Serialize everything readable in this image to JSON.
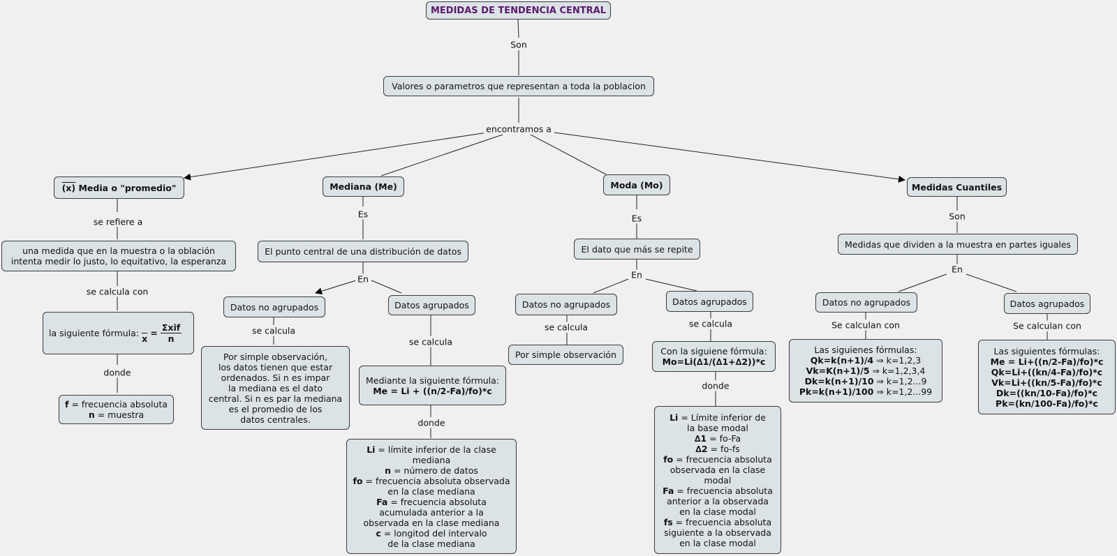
{
  "title": "MEDIDAS DE TENDENCIA CENTRAL",
  "root_link": "Son",
  "definition": "Valores o parametros que representan a toda la poblacion",
  "branch_link": "encontramos a",
  "media": {
    "symbol": "(x)",
    "title": "Media o \"promedio\"",
    "link1": "se refiere a",
    "desc": [
      "una medida que en la muestra o la oblación",
      "intenta medir lo justo, lo equitativo, la esperanza"
    ],
    "link2": "se calcula con",
    "formula_intro": "la siguiente fórmula:",
    "formula_lhs": "x",
    "formula_eq": "=",
    "formula_num": "Σxif",
    "formula_den": "n",
    "link3": "donde",
    "vars": [
      {
        "name": "f",
        "desc": " = frecuencia absoluta"
      },
      {
        "name": "n",
        "desc": " = muestra"
      }
    ]
  },
  "mediana": {
    "title": "Mediana (Me)",
    "link1": "Es",
    "desc": "El punto central de una distribución de datos",
    "link2": "En",
    "no_agrupados": "Datos no agrupados",
    "agrupados": "Datos agrupados",
    "link_na": "se calcula",
    "link_a": "se calcula",
    "obs": [
      "Por simple observación,",
      "los datos tienen que estar",
      "ordenados. Si n es impar",
      "la mediana es el dato",
      "central. Si n es par la mediana",
      "es el promedio de los",
      "datos centrales."
    ],
    "formula_intro": "Mediante la siguiente fórmula:",
    "formula": "Me = Li + ((n/2-Fa)/fo)*c",
    "link3": "donde",
    "vars": [
      {
        "name": "Li",
        "desc": " = límite inferior de la clase"
      },
      {
        "name": "",
        "desc": "mediana"
      },
      {
        "name": "n",
        "desc": " = número de datos"
      },
      {
        "name": "fo",
        "desc": " = frecuencia absoluta observada"
      },
      {
        "name": "",
        "desc": "en la clase mediana"
      },
      {
        "name": "Fa",
        "desc": " = frecuencia absoluta"
      },
      {
        "name": "",
        "desc": "acumulada anterior a la"
      },
      {
        "name": "",
        "desc": "observada en la clase mediana"
      },
      {
        "name": "c",
        "desc": " = longitod del intervalo"
      },
      {
        "name": "",
        "desc": "de la clase mediana"
      }
    ]
  },
  "moda": {
    "title": "Moda (Mo)",
    "link1": "Es",
    "desc": "El dato que más se repite",
    "link2": "En",
    "no_agrupados": "Datos no agrupados",
    "agrupados": "Datos agrupados",
    "link_na": "se calcula",
    "link_a": "se calcula",
    "obs": "Por simple observación",
    "formula_intro": "Con la siguiene fórmula:",
    "formula": "Mo=Li(∆1/(∆1+∆2))*c",
    "link3": "donde",
    "vars": [
      {
        "name": "Li",
        "desc": " = Límite inferior de"
      },
      {
        "name": "",
        "desc": "la base modal"
      },
      {
        "name": "∆1",
        "desc": " = fo-Fa"
      },
      {
        "name": "∆2",
        "desc": " = fo-fs"
      },
      {
        "name": "fo",
        "desc": " = frecuencia absoluta"
      },
      {
        "name": "",
        "desc": "observada en la clase"
      },
      {
        "name": "",
        "desc": "modal"
      },
      {
        "name": "Fa",
        "desc": " = frecuencia absoluta"
      },
      {
        "name": "",
        "desc": "anterior a la observada"
      },
      {
        "name": "",
        "desc": "en la clase modal"
      },
      {
        "name": "fs",
        "desc": " = frecuencia absoluta"
      },
      {
        "name": "",
        "desc": "siguiente a la observada"
      },
      {
        "name": "",
        "desc": "en la clase modal"
      }
    ]
  },
  "cuantiles": {
    "title": "Medidas Cuantiles",
    "link1": "Son",
    "desc": "Medidas que dividen a la muestra en partes iguales",
    "link2": "En",
    "no_agrupados": "Datos no agrupados",
    "agrupados": "Datos agrupados",
    "link_na": "Se calculan con",
    "link_a": "Se calculan con",
    "na_intro": "Las siguienes fórmulas:",
    "na_formulas": [
      {
        "f": "Qk=k(n+1)/4",
        "r": " ⇒ k=1,2,3"
      },
      {
        "f": "Vk=K(n+1)/5",
        "r": " ⇒ k=1,2,3,4"
      },
      {
        "f": "Dk=k(n+1)/10",
        "r": " ⇒ k=1,2...9"
      },
      {
        "f": "Pk=k(n+1)/100",
        "r": " ⇒ k=1,2...99"
      }
    ],
    "a_intro": "Las siguientes fórmulas:",
    "a_formulas": [
      "Me = Li+((n/2-Fa)/fo)*c",
      "Qk=Li+((kn/4-Fa)/fo)*c",
      "Vk=Li+((kn/5-Fa)/fo)*c",
      "Dk=((kn/10-Fa)/fo)*c",
      "Pk=(kn/100-Fa)/fo)*c"
    ]
  }
}
